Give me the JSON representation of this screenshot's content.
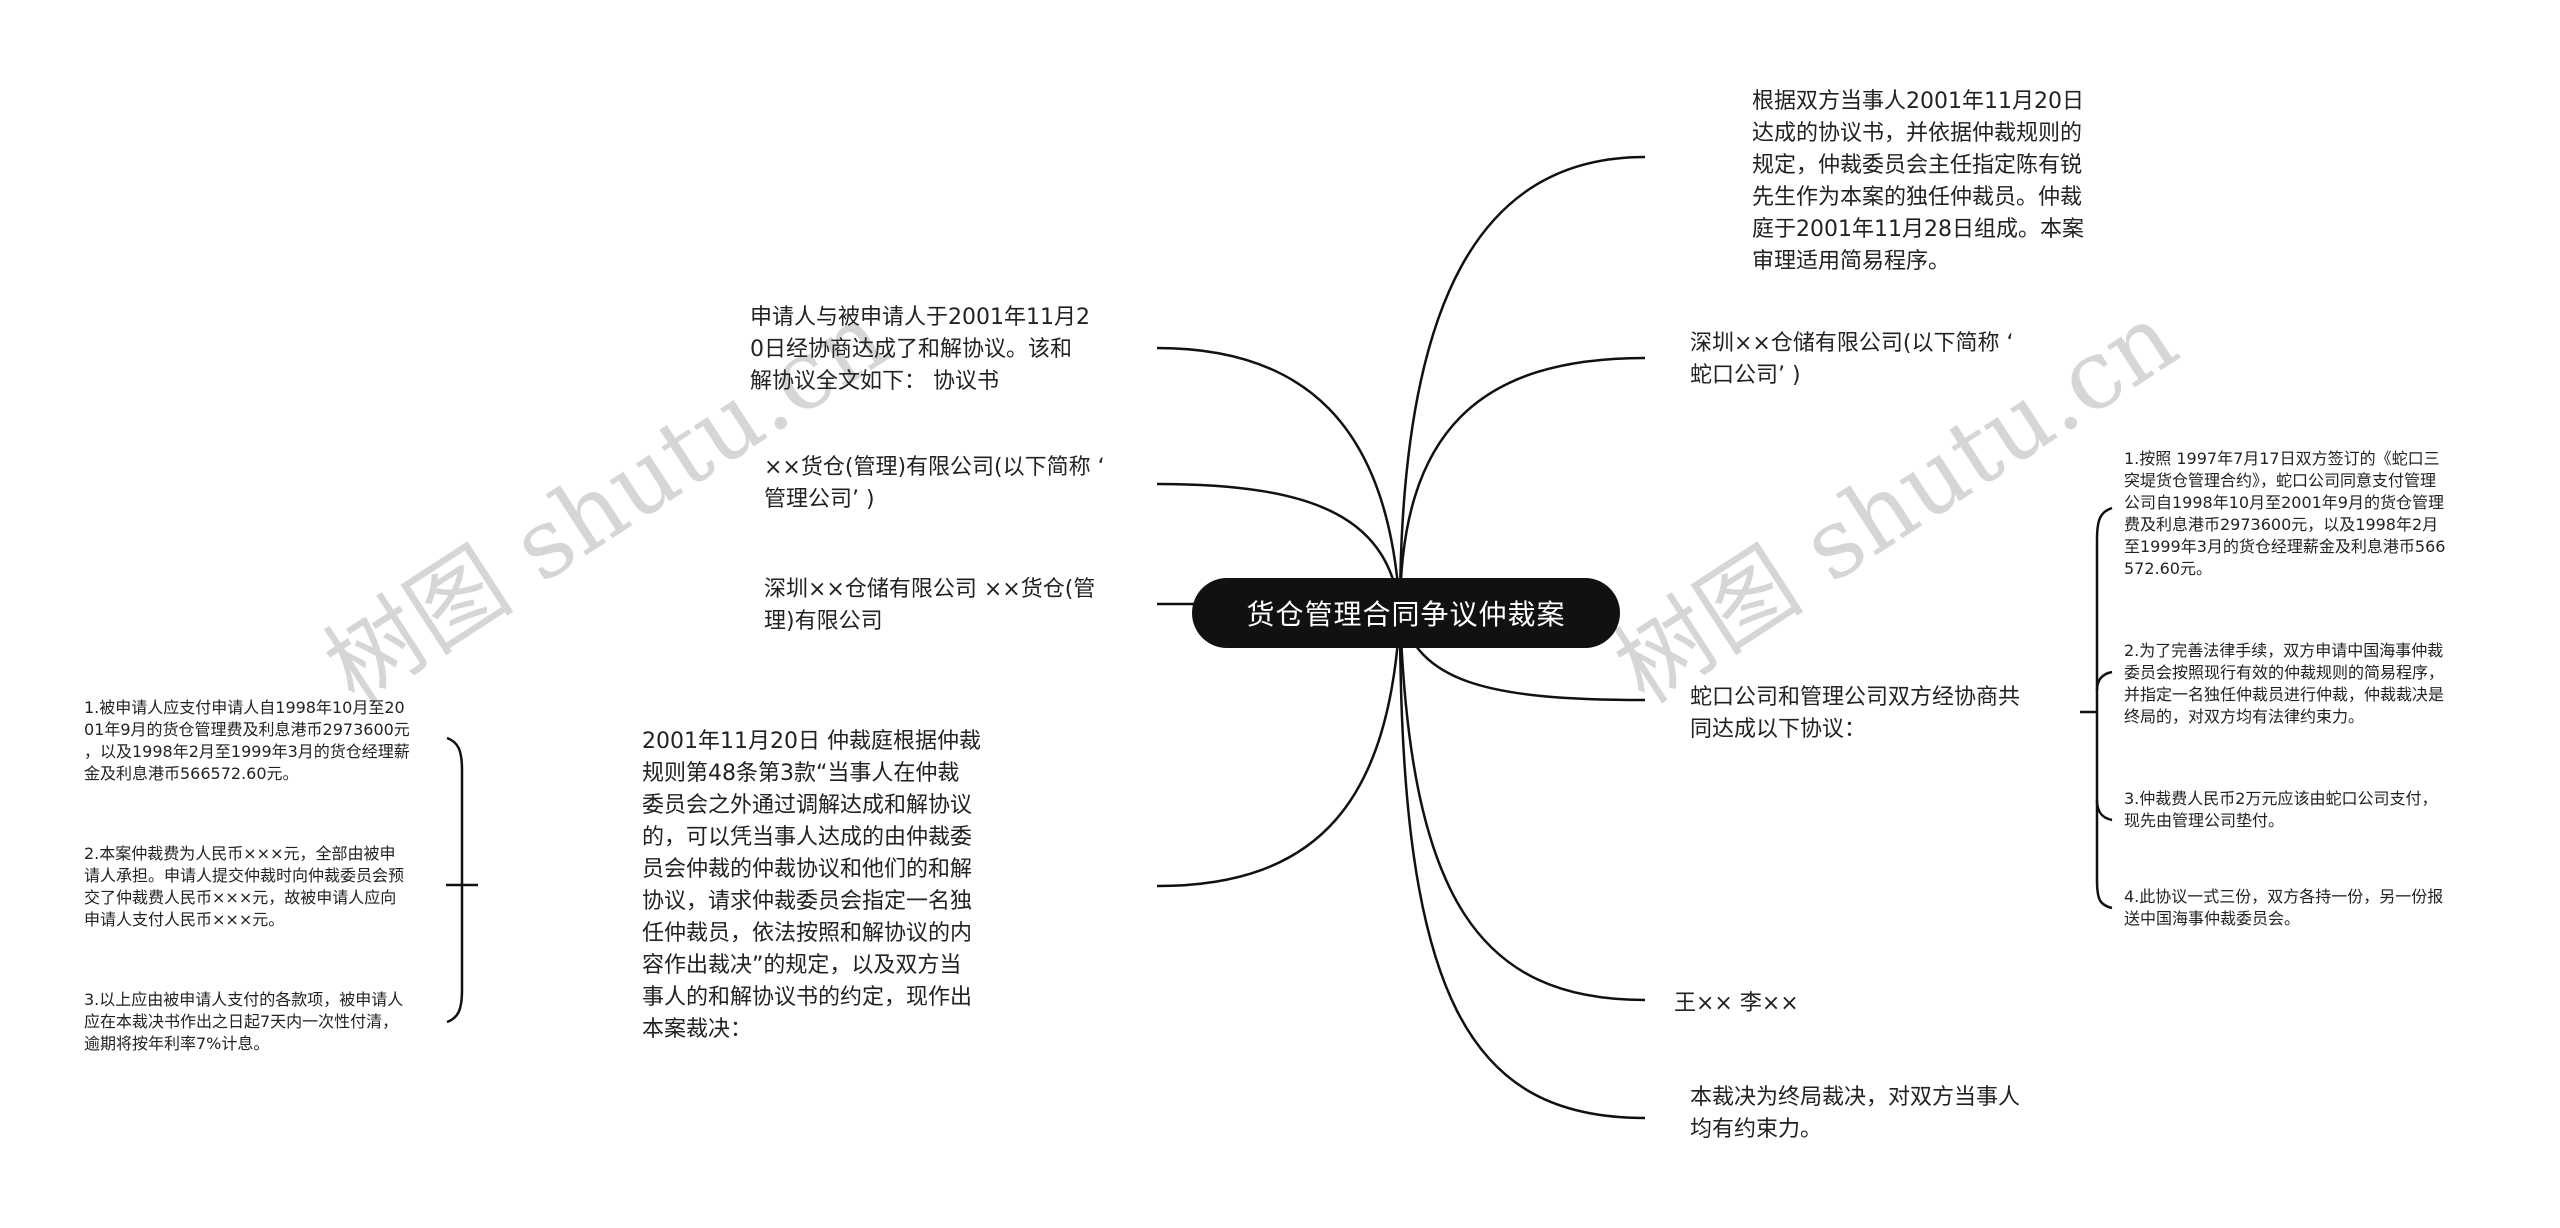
{
  "watermark": {
    "text": "树图 shutu.cn",
    "color": "#d4d4d4"
  },
  "colors": {
    "line": "#111111",
    "root_bg": "#111111",
    "root_text": "#ffffff",
    "text": "#222222"
  },
  "root": {
    "label": "货仓管理合同争议仲裁案"
  },
  "right": [
    {
      "label": "根据双方当事人2001年11月20日\n达成的协议书，并依据仲裁规则的\n规定，仲裁委员会主任指定陈有锐\n先生作为本案的独任仲裁员。仲裁\n庭于2001年11月28日组成。本案\n审理适用简易程序。"
    },
    {
      "label": "深圳××仓储有限公司(以下简称 ‘\n蛇口公司’ )"
    },
    {
      "label": "蛇口公司和管理公司双方经协商共\n同达成以下协议：",
      "children": [
        {
          "label": "1.按照 1997年7月17日双方签订的《蛇口三\n突堤货仓管理合约》，蛇口公司同意支付管理\n公司自1998年10月至2001年9月的货仓管理\n费及利息港币2973600元，以及1998年2月\n至1999年3月的货仓经理薪金及利息港币566\n572.60元。"
        },
        {
          "label": "2.为了完善法律手续，双方申请中国海事仲裁\n委员会按照现行有效的仲裁规则的简易程序，\n并指定一名独任仲裁员进行仲裁，仲裁裁决是\n终局的，对双方均有法律约束力。"
        },
        {
          "label": "3.仲裁费人民币2万元应该由蛇口公司支付，\n现先由管理公司垫付。"
        },
        {
          "label": "4.此协议一式三份，双方各持一份，另一份报\n送中国海事仲裁委员会。"
        }
      ]
    },
    {
      "label": "王×× 李××"
    },
    {
      "label": "本裁决为终局裁决，对双方当事人\n均有约束力。"
    }
  ],
  "left": [
    {
      "label": "申请人与被申请人于2001年11月2\n0日经协商达成了和解协议。该和\n解协议全文如下： 协议书"
    },
    {
      "label": "××货仓(管理)有限公司(以下简称 ‘\n管理公司’ )"
    },
    {
      "label": "深圳××仓储有限公司 ××货仓(管\n理)有限公司"
    },
    {
      "label": "2001年11月20日 仲裁庭根据仲裁\n规则第48条第3款“当事人在仲裁\n委员会之外通过调解达成和解协议\n的，可以凭当事人达成的由仲裁委\n员会仲裁的仲裁协议和他们的和解\n协议，请求仲裁委员会指定一名独\n任仲裁员，依法按照和解协议的内\n容作出裁决”的规定，以及双方当\n事人的和解协议书的约定，现作出\n本案裁决：",
      "children": [
        {
          "label": "1.被申请人应支付申请人自1998年10月至20\n01年9月的货仓管理费及利息港币2973600元\n，以及1998年2月至1999年3月的货仓经理薪\n金及利息港币566572.60元。"
        },
        {
          "label": "2.本案仲裁费为人民币×××元，全部由被申\n请人承担。申请人提交仲裁时向仲裁委员会预\n交了仲裁费人民币×××元，故被申请人应向\n申请人支付人民币×××元。"
        },
        {
          "label": "3.以上应由被申请人支付的各款项，被申请人\n应在本裁决书作出之日起7天内一次性付清，\n逾期将按年利率7%计息。"
        }
      ]
    }
  ]
}
